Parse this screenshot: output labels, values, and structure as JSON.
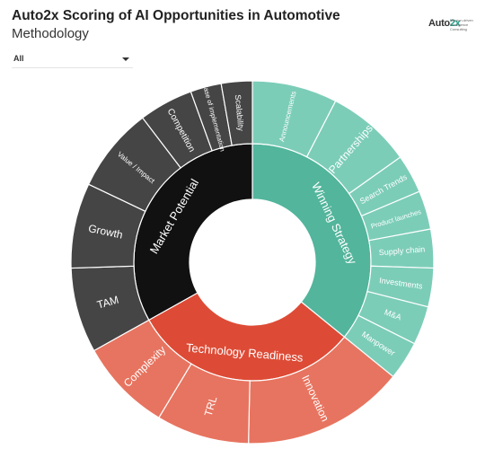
{
  "header": {
    "title": "Auto2x Scoring of AI Opportunities in Automotive",
    "subtitle": "Methodology"
  },
  "logo": {
    "text_main": "Auto",
    "text_accent": "2x",
    "tagline": "Mission-driven Intelligence Consulting"
  },
  "filter": {
    "value": "All"
  },
  "chart_data": {
    "type": "sunburst",
    "title": "",
    "categories": [
      {
        "name": "Winning Strategy",
        "color": "#52b59c",
        "children": [
          {
            "name": "Announcements",
            "value": 5.5
          },
          {
            "name": "Partnerships",
            "value": 5.5
          },
          {
            "name": "Search Trends",
            "value": 2.5
          },
          {
            "name": "Product launches",
            "value": 2.5
          },
          {
            "name": "Supply chain",
            "value": 2.5
          },
          {
            "name": "Investments",
            "value": 2.5
          },
          {
            "name": "M&A",
            "value": 2.5
          },
          {
            "name": "Manpower",
            "value": 2.5
          }
        ]
      },
      {
        "name": "Technology Readiness",
        "color": "#dd4b36",
        "children": [
          {
            "name": "Innovation",
            "value": 10.5
          },
          {
            "name": "TRL",
            "value": 6
          },
          {
            "name": "Complexity",
            "value": 6
          }
        ]
      },
      {
        "name": "Market Potential",
        "color": "#111111",
        "children": [
          {
            "name": "TAM",
            "value": 5.5
          },
          {
            "name": "Growth",
            "value": 5.5
          },
          {
            "name": "Value / Impact",
            "value": 5.5
          },
          {
            "name": "Competition",
            "value": 3.5
          },
          {
            "name": "Ease of implementation",
            "value": 2
          },
          {
            "name": "Scalability",
            "value": 2
          }
        ]
      }
    ]
  }
}
